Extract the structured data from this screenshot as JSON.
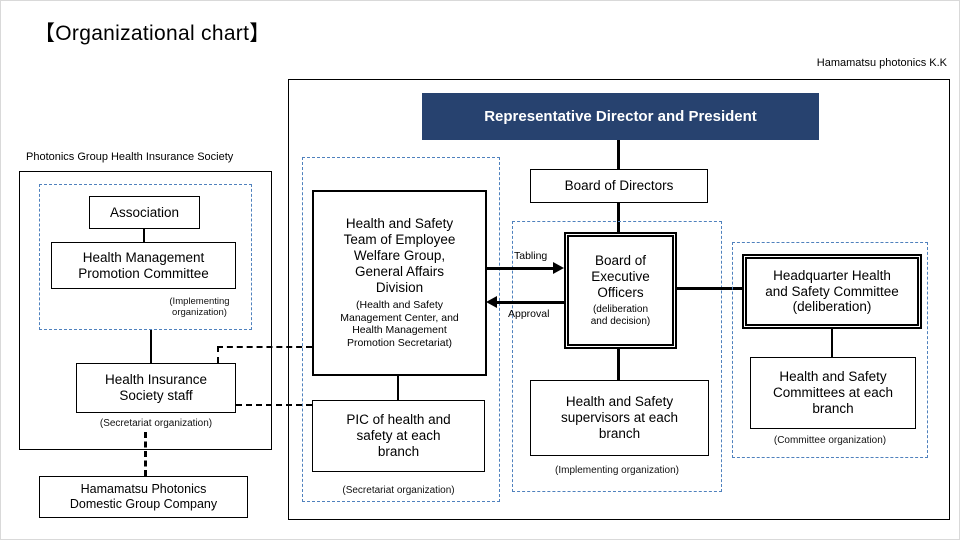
{
  "title": "【Organizational chart】",
  "company_label": "Hamamatsu photonics K.K",
  "banner": "Representative Director and President",
  "boxes": {
    "board_of_directors": "Board of Directors",
    "executive_officers_title": "Board of\nExecutive\nOfficers",
    "executive_officers_sub": "(deliberation\nand decision)",
    "safety_team_title": "Health and Safety\nTeam of Employee\nWelfare Group,\nGeneral Affairs\nDivision",
    "safety_team_sub": "(Health and Safety\nManagement Center, and\nHealth Management\nPromotion Secretariat)",
    "pic_branch": "PIC of health and\nsafety at each\nbranch",
    "supervisors": "Health and Safety\nsupervisors at each\nbranch",
    "hq_committee": "Headquarter Health\nand Safety Committee\n(deliberation)",
    "branch_committees": "Health and Safety\nCommittees at each\nbranch",
    "association": "Association",
    "promotion_committee": "Health Management\nPromotion Committee",
    "society_staff": "Health Insurance\nSociety staff",
    "domestic_company": "Hamamatsu Photonics\nDomestic Group Company"
  },
  "captions": {
    "secretariat_mid": "(Secretariat organization)",
    "implementing_mid": "(Implementing organization)",
    "committee_org": "(Committee organization)",
    "implementing_left": "(Implementing\norganization)",
    "secretariat_left": "(Secretariat organization)"
  },
  "labels": {
    "society_group": "Photonics Group Health Insurance Society",
    "tabling": "Tabling",
    "approval": "Approval"
  },
  "colors": {
    "banner_bg": "#27426f",
    "dashed_border": "#4f81bd"
  }
}
